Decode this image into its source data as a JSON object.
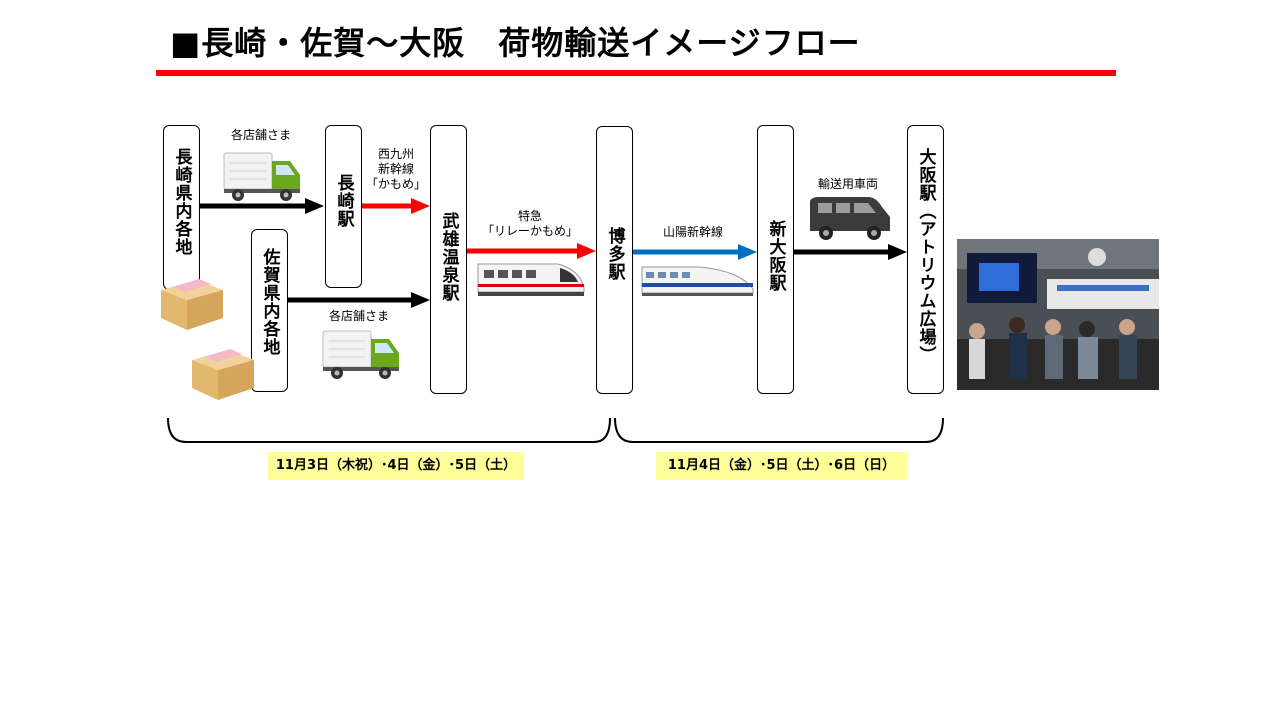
{
  "title": "■長崎・佐賀～大阪　荷物輸送イメージフロー",
  "colors": {
    "accent_red": "#ff0000",
    "shinkansen_blue": "#0070c0",
    "arrow_black": "#000000",
    "date_bg": "#ffff99"
  },
  "nodes": {
    "nagasaki_pref": "長崎県内各地",
    "saga_pref": "佐賀県内各地",
    "nagasaki_sta": "長崎駅",
    "takeo_sta": "武雄温泉駅",
    "hakata_sta": "博多駅",
    "shinosaka_sta": "新大阪駅",
    "osaka_sta": "大阪駅（アトリウム広場）"
  },
  "labels": {
    "stores_top": "各店舗さま",
    "stores_bottom": "各店舗さま",
    "kamome_1": "西九州",
    "kamome_2": "新幹線",
    "kamome_3": "「かもめ」",
    "relay_1": "特急",
    "relay_2": "「リレーかもめ」",
    "sanyo": "山陽新幹線",
    "vehicle": "輸送用車両"
  },
  "dates": {
    "left": "11月3日（木祝）･4日（金）･5日（土）",
    "right": "11月4日（金）･5日（土）･6日（日）"
  },
  "icons": [
    "truck-icon",
    "cardboard-box-icon",
    "train-icon",
    "shinkansen-icon",
    "van-icon"
  ]
}
